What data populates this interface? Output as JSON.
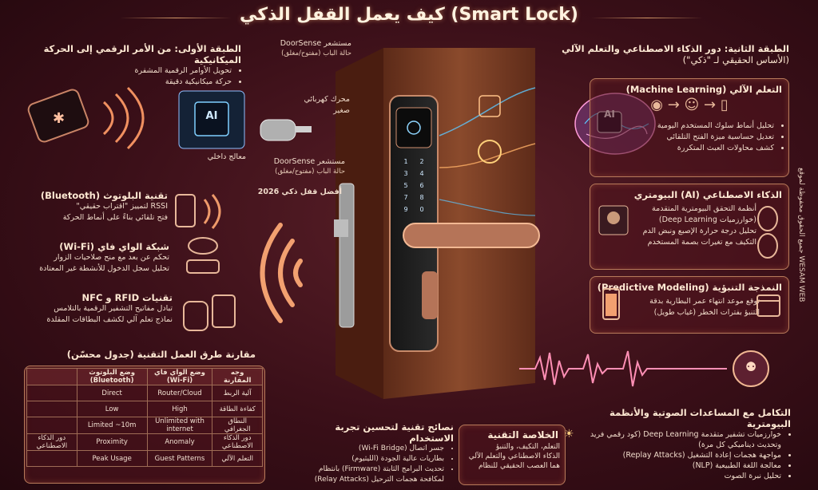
{
  "title": "كيف يعمل القفل الذكي (Smart Lock)",
  "layer1": {
    "heading": "الطبقة الأولى: من الأمر الرقمي إلى الحركة الميكانيكية",
    "bullets": [
      "تحويل الأوامر الرقمية المشفرة",
      "حركة ميكانيكية دقيقة"
    ]
  },
  "doorsense_top": {
    "label": "مستشعر DoorSense",
    "sub": "حالة الباب (مفتوح/مغلق)"
  },
  "doorsense_bottom": {
    "label": "مستشعر DoorSense",
    "sub": "حالة الباب (مفتوح/مغلق)"
  },
  "motor": {
    "label": "محرك كهربائي صغير"
  },
  "processor": {
    "label": "معالج داخلي",
    "chip_text": "AI"
  },
  "best_lock": "أفضل قفل ذكي 2026",
  "bluetooth": {
    "heading": "تقنية البلوتوث (Bluetooth)",
    "lines": [
      "RSSI لتمييز \"اقتراب حقيقي\"",
      "فتح تلقائي بناءً على أنماط الحركة"
    ]
  },
  "wifi": {
    "heading": "شبكة الواي فاي (Wi-Fi)",
    "lines": [
      "تحكم عن بعد مع منح صلاحيات الزوار",
      "تحليل سجل الدخول للأنشطة غير المعتادة"
    ]
  },
  "rfid": {
    "heading": "تقنيات RFID و NFC",
    "lines": [
      "تبادل مفاتيح التشفير الرقمية بالتلامس",
      "نماذج تعلم آلي لكشف البطاقات المقلدة"
    ]
  },
  "layer2": {
    "heading": "الطبقة الثانية: دور الذكاء الاصطناعي والتعلم الآلي",
    "sub": "(الأساس الحقيقي لـ \"ذكي\")"
  },
  "ml": {
    "heading": "التعلم الآلي (Machine Learning)",
    "bullets": [
      "تحليل أنماط سلوك المستخدم اليومية",
      "تعديل حساسية ميزة الفتح التلقائي",
      "كشف محاولات العبث المتكررة"
    ]
  },
  "biometric": {
    "heading": "الذكاء الاصطناعي (AI) البيومتري",
    "lines": [
      "أنظمة التحقق البيومترية المتقدمة",
      "(خوارزميات Deep Learning)",
      "تحليل درجة حرارة الإصبع ونبض الدم",
      "التكيف مع تغيرات بصمة المستخدم"
    ]
  },
  "predictive": {
    "heading": "النمذجة التنبؤية (Predictive Modeling)",
    "lines": [
      "توقع موعد انتهاء عمر البطارية بدقة",
      "التنبؤ بفترات الخطر (غياب طويل)"
    ]
  },
  "ai_label": "AI",
  "voice": {
    "heading": "التكامل مع المساعدات الصوتية والأنظمة البيومترية",
    "bullets": [
      "خوارزميات تشفير متقدمة Deep Learning (كود رقمي فريد وتحديث ديناميكي كل مرة)",
      "مواجهة هجمات إعادة التشغيل (Replay Attacks)",
      "معالجة اللغة الطبيعية (NLP)",
      "تحليل نبرة الصوت"
    ]
  },
  "tips": {
    "heading": "نصائح تقنية لتحسين تجربة الاستخدام",
    "bullets": [
      "جسر اتصال (Wi-Fi Bridge)",
      "بطاريات عالية الجودة (الليثيوم)",
      "تحديث البرامج الثابتة (Firmware) بانتظام لمكافحة هجمات الترحيل (Relay Attacks)"
    ]
  },
  "summary": {
    "heading": "الخلاصة التقنية",
    "lines": [
      "التعلم، التكيف، والتنبؤ",
      "الذكاء الاصطناعي والتعلم الآلي",
      "هما العصب الحقيقي للنظام"
    ]
  },
  "watermark": "جميع الحقوق محفوظة لموقع WESAM WEB",
  "table": {
    "title": "مقارنة طرق العمل التقنية (جدول محسّن)",
    "headers": [
      "وجه المقارنة",
      "وضع الواي فاي (Wi-Fi)",
      "وضع البلوتوث (Bluetooth)",
      ""
    ],
    "rows": [
      [
        "آلية الربط",
        "Router/Cloud",
        "Direct",
        ""
      ],
      [
        "كفاءة الطاقة",
        "High",
        "Low",
        ""
      ],
      [
        "النطاق الجغرافي",
        "Unlimited with internet",
        "Limited ~10m",
        ""
      ],
      [
        "دور الذكاء الاصطناعي",
        "Anomaly",
        "Proximity",
        "دور الذكاء الاصطناعي"
      ],
      [
        "التعلم الآلي",
        "Guest Patterns",
        "Peak Usage",
        ""
      ]
    ]
  },
  "colors": {
    "accent": "#e8a070",
    "glow": "#5cc8ff",
    "bg": "#3a0f18",
    "door": "#7a3a22"
  }
}
